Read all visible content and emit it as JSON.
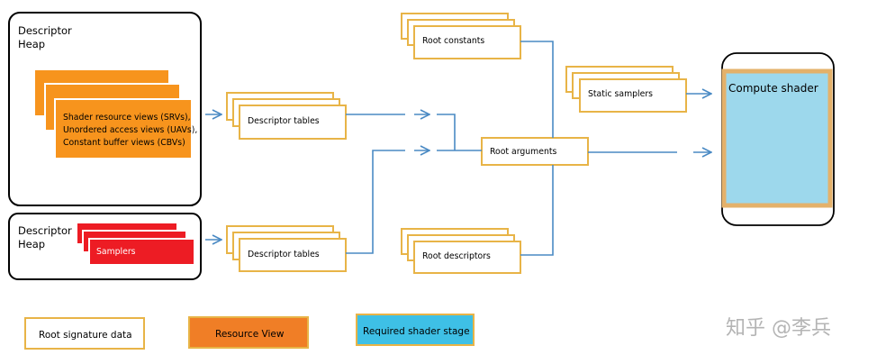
{
  "heap_top": {
    "title_line1": "Descriptor",
    "title_line2": "Heap",
    "views": [
      "Shader resource views (SRVs),",
      "Unordered access views (UAVs),",
      "Constant buffer views (CBVs)"
    ]
  },
  "heap_bottom": {
    "title_line1": "Descriptor",
    "title_line2": "Heap",
    "samplers": "Samplers"
  },
  "descriptor_tables_top": "Descriptor tables",
  "descriptor_tables_bottom": "Descriptor tables",
  "root_constants": "Root constants",
  "root_arguments": "Root arguments",
  "root_descriptors": "Root descriptors",
  "static_samplers": "Static samplers",
  "compute_shader": "Compute shader",
  "legend": {
    "root_signature": "Root signature data",
    "resource_view": "Resource View",
    "shader_stage": "Required shader stage"
  },
  "watermark": "知乎 @李兵",
  "colors": {
    "root_border": "#e8b447",
    "resource_orange": "#f7941d",
    "sampler_red": "#ed1c24",
    "connector_blue": "#4a8ac4",
    "shader_blue": "#9dd8ec",
    "shader_band": "#e4b16a",
    "legend_orange": "#f07e26",
    "legend_cyan": "#3ec0e6"
  }
}
